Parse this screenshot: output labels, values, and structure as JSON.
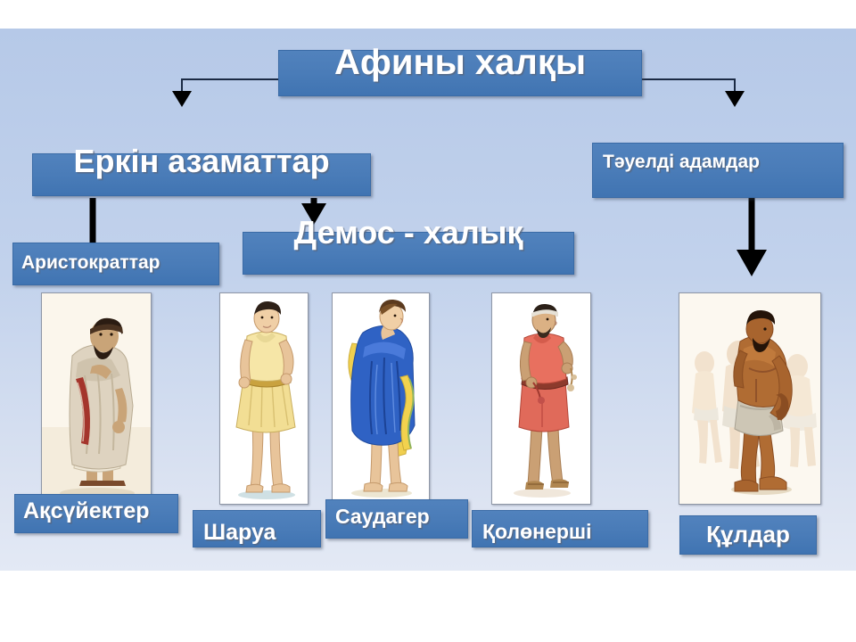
{
  "slide": {
    "background_top": "#b6c9e8",
    "background_bottom": "#e3e9f5",
    "node_color": "#4a7cb8",
    "node_border": "#3a6ba6",
    "arrow_color": "#000000",
    "label_color": "#ffffff"
  },
  "diagram": {
    "type": "hierarchy",
    "title_node": {
      "label": "Афины халқы"
    },
    "level2": [
      {
        "label": "Еркін азаматтар"
      },
      {
        "label": "Тәуелді адамдар"
      }
    ],
    "level3": [
      {
        "label": "Аристократтар"
      },
      {
        "label": "Демос - халық"
      }
    ],
    "categories": [
      {
        "label": "Ақсүйектер",
        "figure": "aristocrat-figure"
      },
      {
        "label": "Шаруа",
        "figure": "peasant-figure"
      },
      {
        "label": "Саудагер",
        "figure": "merchant-figure"
      },
      {
        "label": "Қолөнерші",
        "figure": "craftsman-figure"
      },
      {
        "label": "Құлдар",
        "figure": "slaves-figure"
      }
    ]
  }
}
